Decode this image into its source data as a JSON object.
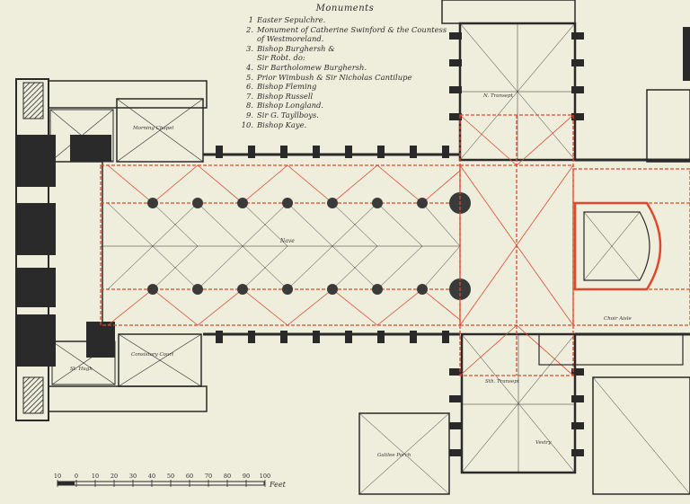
{
  "legend": {
    "title": "Monuments",
    "items": [
      {
        "num": "1",
        "text": "Easter Sepulchre."
      },
      {
        "num": "2.",
        "text": "Monument of Catherine Swinford & the Countess"
      },
      {
        "num": "",
        "text": "of Westmoreland."
      },
      {
        "num": "3.",
        "text": "Bishop Burghersh &"
      },
      {
        "num": "",
        "text": "Sir Robt. do:"
      },
      {
        "num": "4.",
        "text": "Sir Bartholomew Burghersh."
      },
      {
        "num": "5.",
        "text": "Prior Wimbush & Sir Nicholas Cantilupe"
      },
      {
        "num": "6.",
        "text": "Bishop Fleming"
      },
      {
        "num": "7.",
        "text": "Bishop Russell"
      },
      {
        "num": "8.",
        "text": "Bishop Longland."
      },
      {
        "num": "9.",
        "text": "Sir G. Tayllboys."
      },
      {
        "num": "10.",
        "text": "Bishop Kaye."
      }
    ]
  },
  "scale": {
    "ticks": [
      "10",
      "0",
      "10",
      "20",
      "30",
      "40",
      "50",
      "60",
      "70",
      "80",
      "90",
      "100"
    ],
    "unit": "Feet"
  },
  "labels": {
    "nave": "Nave",
    "morning_chapel": "Morning Chapel",
    "consistory_court": "Consistory Court",
    "st_hugh": "St. Hugh",
    "galilee_porch": "Galilee Porch",
    "north_transept": "N. Transept",
    "south_transept": "Sth. Transept",
    "vestry": "Vestry",
    "choir_aisle": "Choir Aisle"
  },
  "colors": {
    "ink": "#2a2a2a",
    "red": "#e0482e",
    "paper": "#efeedd"
  }
}
